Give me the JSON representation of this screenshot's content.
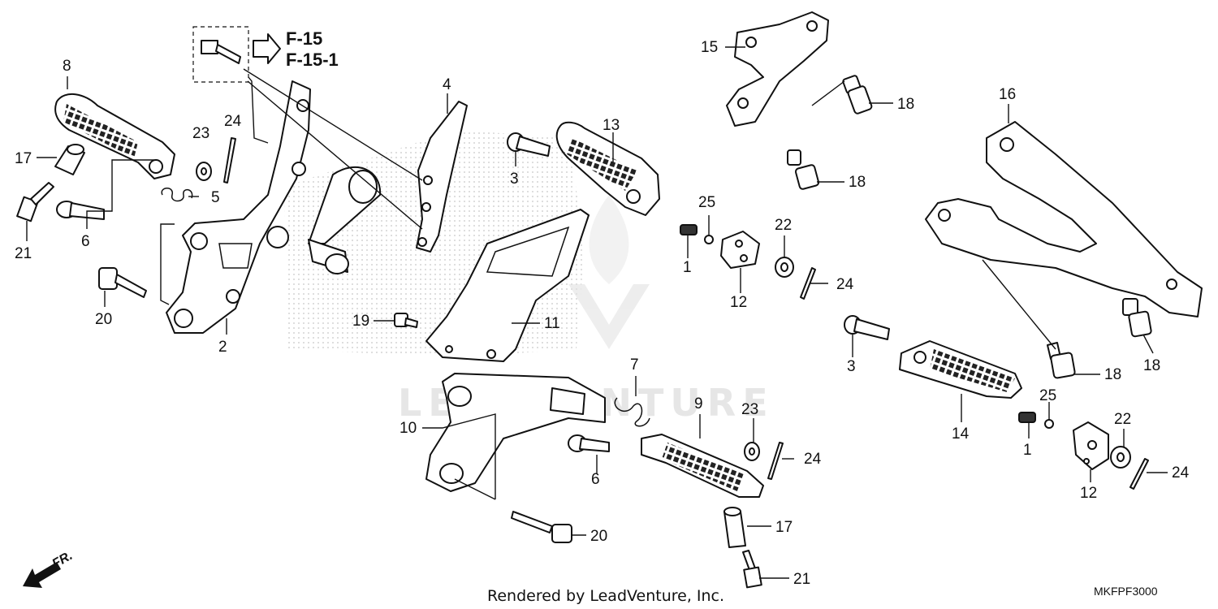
{
  "diagram": {
    "references": {
      "line1": "F-15",
      "line2": "F-15-1"
    },
    "front_label": "FR.",
    "watermark": "LEADVENTURE",
    "footer": "Rendered by LeadVenture, Inc.",
    "diagram_code": "MKFPF3000",
    "callouts": {
      "c1a": "1",
      "c1b": "1",
      "c2": "2",
      "c3a": "3",
      "c3b": "3",
      "c4": "4",
      "c5": "5",
      "c6a": "6",
      "c6b": "6",
      "c7": "7",
      "c8": "8",
      "c9": "9",
      "c10": "10",
      "c11": "11",
      "c12a": "12",
      "c12b": "12",
      "c13": "13",
      "c14": "14",
      "c15": "15",
      "c16": "16",
      "c17a": "17",
      "c17b": "17",
      "c18a": "18",
      "c18b": "18",
      "c18c": "18",
      "c18d": "18",
      "c19": "19",
      "c20a": "20",
      "c20b": "20",
      "c21a": "21",
      "c21b": "21",
      "c22a": "22",
      "c22b": "22",
      "c23a": "23",
      "c23b": "23",
      "c24a": "24",
      "c24b": "24",
      "c24c": "24",
      "c24d": "24",
      "c25a": "25",
      "c25b": "25"
    }
  }
}
